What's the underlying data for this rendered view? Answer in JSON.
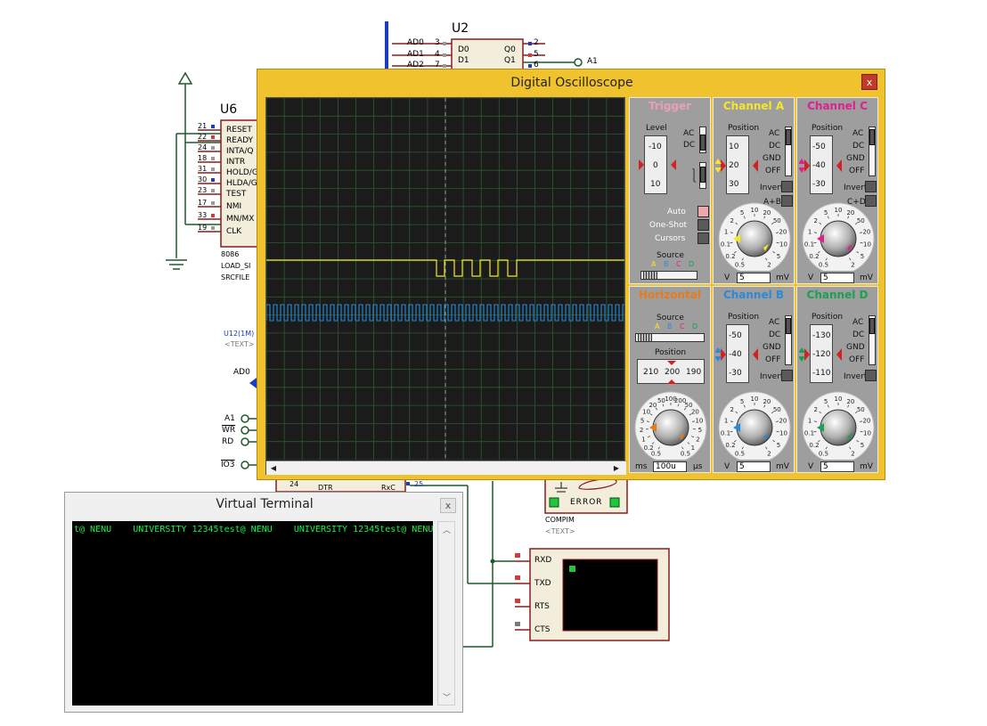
{
  "oscilloscope": {
    "title": "Digital Oscilloscope",
    "close_label": "x",
    "trigger": {
      "title": "Trigger",
      "level_label": "Level",
      "level_scale": [
        "-10",
        "0",
        "10"
      ],
      "coupling": [
        "AC",
        "DC"
      ],
      "modes": [
        "Auto",
        "One-Shot",
        "Cursors"
      ],
      "source_label": "Source",
      "source_channels": [
        "A",
        "B",
        "C",
        "D"
      ]
    },
    "horizontal": {
      "title": "Horizontal",
      "source_label": "Source",
      "source_channels": [
        "A",
        "B",
        "C",
        "D"
      ],
      "position_label": "Position",
      "position_scale": [
        "210",
        "200",
        "190"
      ],
      "dial_scale": [
        "0.5",
        "0.2",
        "1",
        "2",
        "5",
        "10",
        "20",
        "50",
        "100",
        "200",
        "50",
        "20",
        "10",
        "5",
        "2",
        "1",
        "0.5"
      ],
      "unit_left": "ms",
      "value": "100u",
      "unit_right": "μs"
    },
    "channels": [
      {
        "title": "Channel A",
        "color": "#f5e62a",
        "position_label": "Position",
        "position_scale": [
          "10",
          "20",
          "30"
        ],
        "coupling": [
          "AC",
          "DC",
          "GND",
          "OFF"
        ],
        "invert_label": "Invert",
        "combine_label": "A+B",
        "dial_scale": [
          "0.5",
          "0.2",
          "0.1",
          "1",
          "2",
          "5",
          "10",
          "20",
          "50",
          "20",
          "10",
          "5",
          "2"
        ],
        "unit_left": "V",
        "value": "5",
        "unit_right": "mV"
      },
      {
        "title": "Channel C",
        "color": "#e0208f",
        "position_label": "Position",
        "position_scale": [
          "-50",
          "-40",
          "-30"
        ],
        "coupling": [
          "AC",
          "DC",
          "GND",
          "OFF"
        ],
        "invert_label": "Invert",
        "combine_label": "C+D",
        "dial_scale": [
          "0.5",
          "0.2",
          "0.1",
          "1",
          "2",
          "5",
          "10",
          "20",
          "50",
          "20",
          "10",
          "5",
          "2"
        ],
        "unit_left": "V",
        "value": "5",
        "unit_right": "mV"
      },
      {
        "title": "Channel B",
        "color": "#2a8ad8",
        "position_label": "Position",
        "position_scale": [
          "-50",
          "-40",
          "-30"
        ],
        "coupling": [
          "AC",
          "DC",
          "GND",
          "OFF"
        ],
        "invert_label": "Invert",
        "dial_scale": [
          "0.5",
          "0.2",
          "0.1",
          "1",
          "2",
          "5",
          "10",
          "20",
          "50",
          "20",
          "10",
          "5",
          "2"
        ],
        "unit_left": "V",
        "value": "5",
        "unit_right": "mV"
      },
      {
        "title": "Channel D",
        "color": "#1aa050",
        "position_label": "Position",
        "position_scale": [
          "-130",
          "-120",
          "-110"
        ],
        "coupling": [
          "AC",
          "DC",
          "GND",
          "OFF"
        ],
        "invert_label": "Invert",
        "dial_scale": [
          "0.5",
          "0.2",
          "0.1",
          "1",
          "2",
          "5",
          "10",
          "20",
          "50",
          "20",
          "10",
          "5",
          "2"
        ],
        "unit_left": "V",
        "value": "5",
        "unit_right": "mV"
      }
    ],
    "trace_colors": {
      "a": "#f5e62a",
      "b": "#2a8ad8",
      "grid": "#2e5a2e"
    }
  },
  "terminal": {
    "title": "Virtual Terminal",
    "close_label": "x",
    "output": "t@ NENU    UNIVERSITY 12345test@ NENU    UNIVERSITY 12345test@ NENU",
    "text_color": "#19f04d"
  },
  "schematic": {
    "u2_name": "U2",
    "u2_pins_left": [
      "AD0",
      "AD1",
      "AD2"
    ],
    "u2_pin_nums_left": [
      "3",
      "4",
      "7"
    ],
    "u2_pins_right": [
      "D0",
      "D1"
    ],
    "u2_outs": [
      "Q0",
      "Q1"
    ],
    "u2_pin_nums_right": [
      "2",
      "5",
      "6"
    ],
    "u2_net": "A1",
    "u6_name": "U6",
    "u6_pin_nums": [
      "21",
      "22",
      "24",
      "18",
      "31",
      "30",
      "23",
      "17",
      "33",
      "19"
    ],
    "u6_pins": [
      "RESET",
      "READY",
      "INTA/Q",
      "INTR",
      "HOLD/G",
      "HLDA/G",
      "TEST",
      "NMI",
      "MN/MX",
      "CLK"
    ],
    "u6_part": "8086",
    "u6_prop1": "LOAD_SI",
    "u6_prop2": "SRCFILE",
    "u12_label": "U12(1M)",
    "u12_text": "<TEXT>",
    "ad0_label": "AD0",
    "net_labels": [
      "A1",
      "WR",
      "RD",
      "IO3"
    ],
    "bottom_pins": [
      "24",
      "DTR",
      "RxC",
      "25"
    ],
    "compim_error": "ERROR",
    "compim_label": "COMPIM",
    "compim_text": "<TEXT>",
    "terminal_pins": [
      "RXD",
      "TXD",
      "RTS",
      "CTS"
    ]
  }
}
